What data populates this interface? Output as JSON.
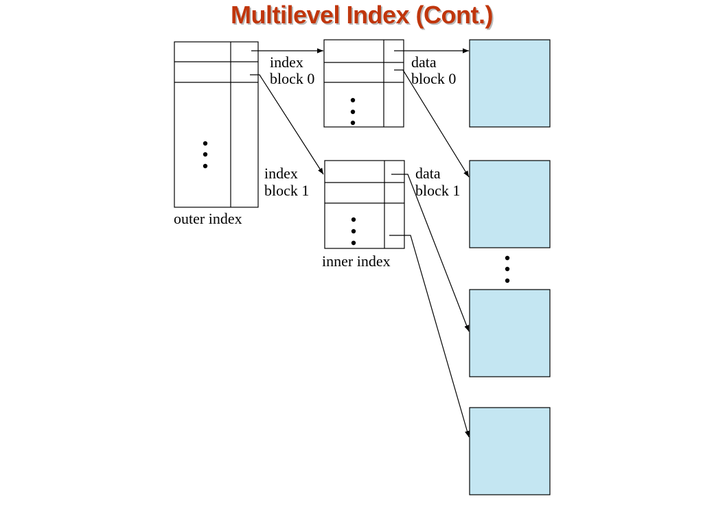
{
  "title": "Multilevel Index (Cont.)",
  "labels": {
    "index_block_0": [
      "index",
      "block 0"
    ],
    "index_block_1": [
      "index",
      "block 1"
    ],
    "data_block_0": [
      "data",
      "block 0"
    ],
    "data_block_1": [
      "data",
      "block 1"
    ],
    "outer_index": "outer index",
    "inner_index": "inner index"
  },
  "colors": {
    "title": "#c0360c",
    "data_block_fill": "#c4e6f2",
    "line": "#000000"
  }
}
